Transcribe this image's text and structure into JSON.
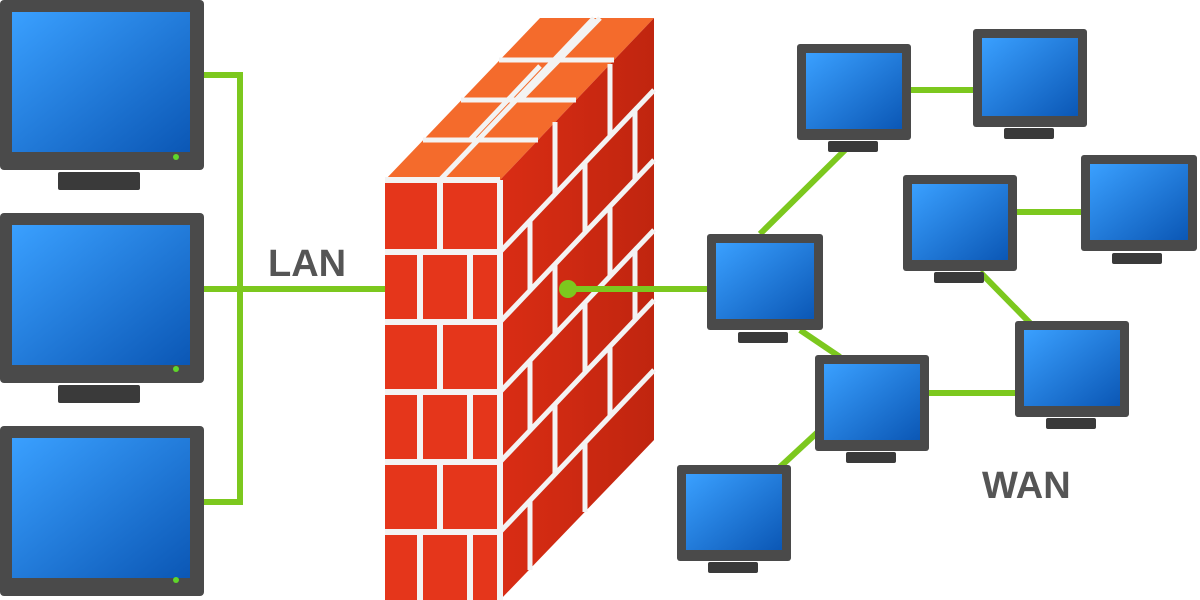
{
  "labels": {
    "lan": "LAN",
    "wan": "WAN"
  },
  "colors": {
    "link": "#7cc81e",
    "screen": "#1f7fe0",
    "screen_dark": "#0b57b5",
    "bezel": "#4a4a4a",
    "power_led": "#5fd62a",
    "brick": "#e5361b",
    "brick_top": "#f46b2c",
    "mortar": "#f3f3f3",
    "label": "#555555"
  },
  "diagram": {
    "lan_computers": 3,
    "wan_computers": 8,
    "center": "firewall"
  }
}
